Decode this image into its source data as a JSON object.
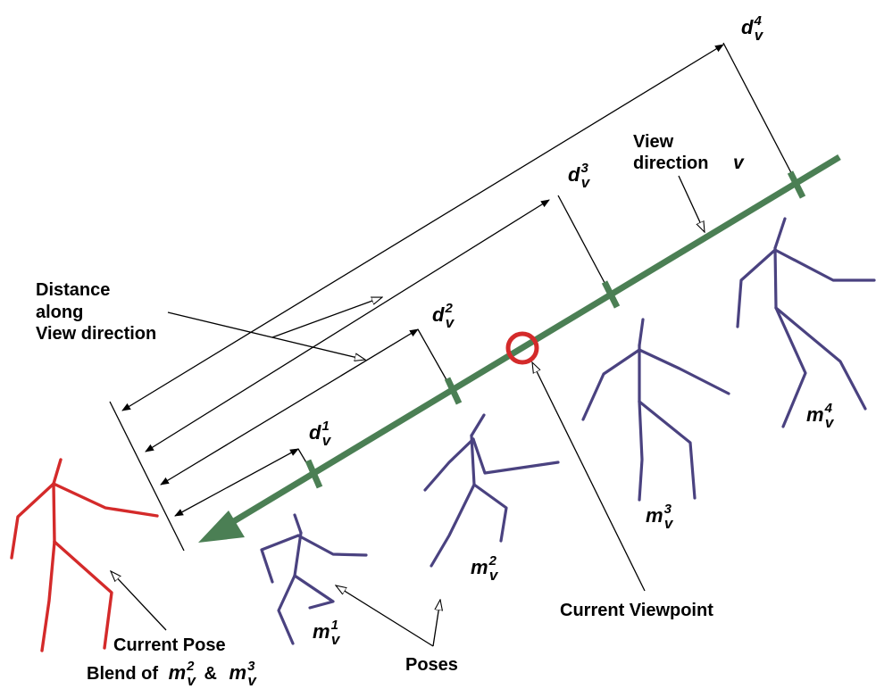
{
  "labels": {
    "distance_line1": "Distance",
    "distance_line2": "along",
    "distance_line3": "View direction",
    "view_dir_line1": "View",
    "view_dir_line2": "direction",
    "view_dir_symbol": "v",
    "current_viewpoint": "Current Viewpoint",
    "poses": "Poses",
    "current_pose": "Current Pose",
    "blend_prefix": "Blend of",
    "blend_and": "&"
  },
  "symbols": {
    "d_base": "d",
    "m_base": "m",
    "sub": "v",
    "sup1": "1",
    "sup2": "2",
    "sup3": "3",
    "sup4": "4"
  },
  "colors": {
    "view_axis": "#4b7f54",
    "pose": "#4a4280",
    "current_pose": "#d42a2a",
    "viewpoint": "#d42a2a"
  }
}
